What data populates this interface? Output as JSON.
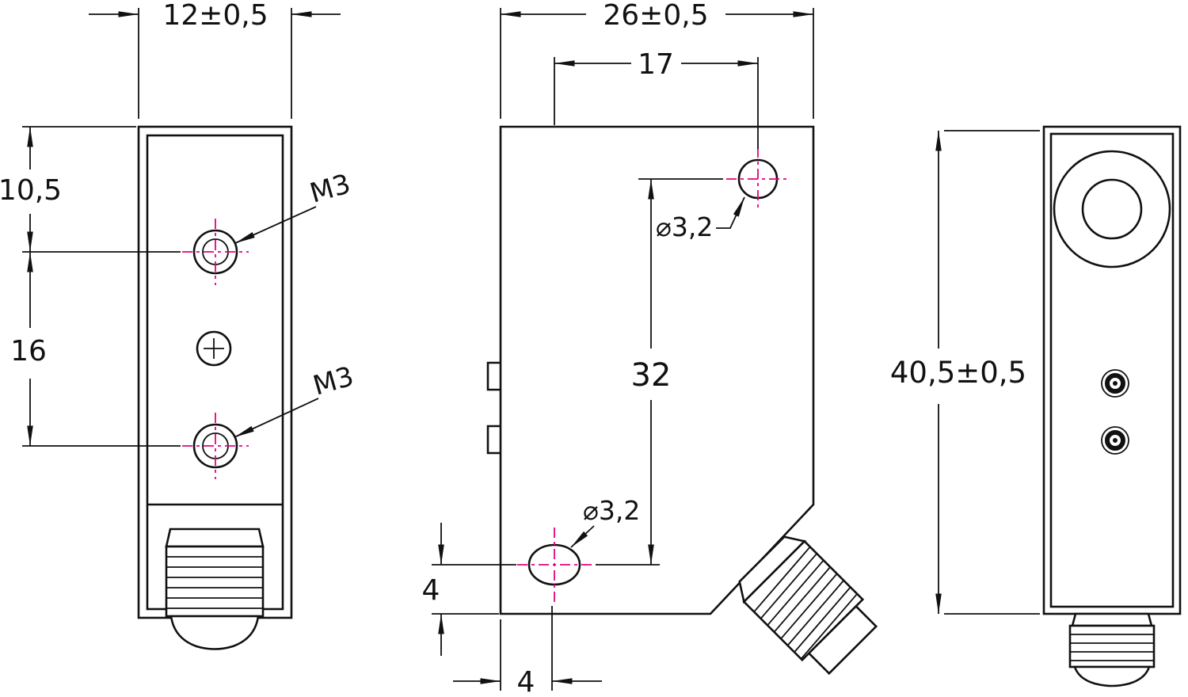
{
  "colors": {
    "line": "#111111",
    "centerline": "#e6007e",
    "background": "#ffffff"
  },
  "front_view": {
    "dim_width": "12±0,5",
    "dim_top_hole_offset": "10,5",
    "dim_hole_spacing": "16",
    "thread_label_top": "M3",
    "thread_label_bottom": "M3"
  },
  "side_view": {
    "dim_width": "26±0,5",
    "dim_hole_x_span": "17",
    "dim_hole_y_span": "32",
    "hole_dia_top": "⌀3,2",
    "hole_dia_bottom": "⌀3,2",
    "dim_bottom_hole_vertical": "4",
    "dim_bottom_hole_horizontal": "4"
  },
  "right_view": {
    "dim_height": "40,5±0,5"
  }
}
